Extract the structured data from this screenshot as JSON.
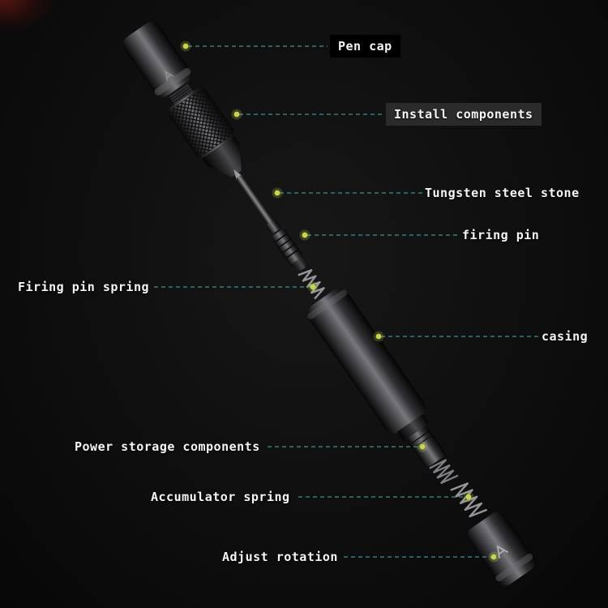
{
  "diagram": {
    "description": "Exploded-view diagram of a pen-style tool on a black background with nine labeled parts connected by dashed teal leader lines and yellow-green dots"
  },
  "labels": [
    {
      "id": "pen-cap",
      "text": "Pen cap"
    },
    {
      "id": "install-components",
      "text": "Install components"
    },
    {
      "id": "tungsten-steel-stone",
      "text": "Tungsten steel stone"
    },
    {
      "id": "firing-pin",
      "text": "firing pin"
    },
    {
      "id": "firing-pin-spring",
      "text": "Firing pin spring"
    },
    {
      "id": "casing",
      "text": "casing"
    },
    {
      "id": "power-storage-components",
      "text": "Power storage components"
    },
    {
      "id": "accumulator-spring",
      "text": "Accumulator spring"
    },
    {
      "id": "adjust-rotation",
      "text": "Adjust rotation"
    }
  ],
  "colors": {
    "background": "#0d0d0d",
    "leader_line": "#3a7a7a",
    "dot": "#c9d44e",
    "label_text": "#f5f5f5",
    "label_bg_black": "#000000",
    "label_bg_gray": "#2b2b2b"
  }
}
